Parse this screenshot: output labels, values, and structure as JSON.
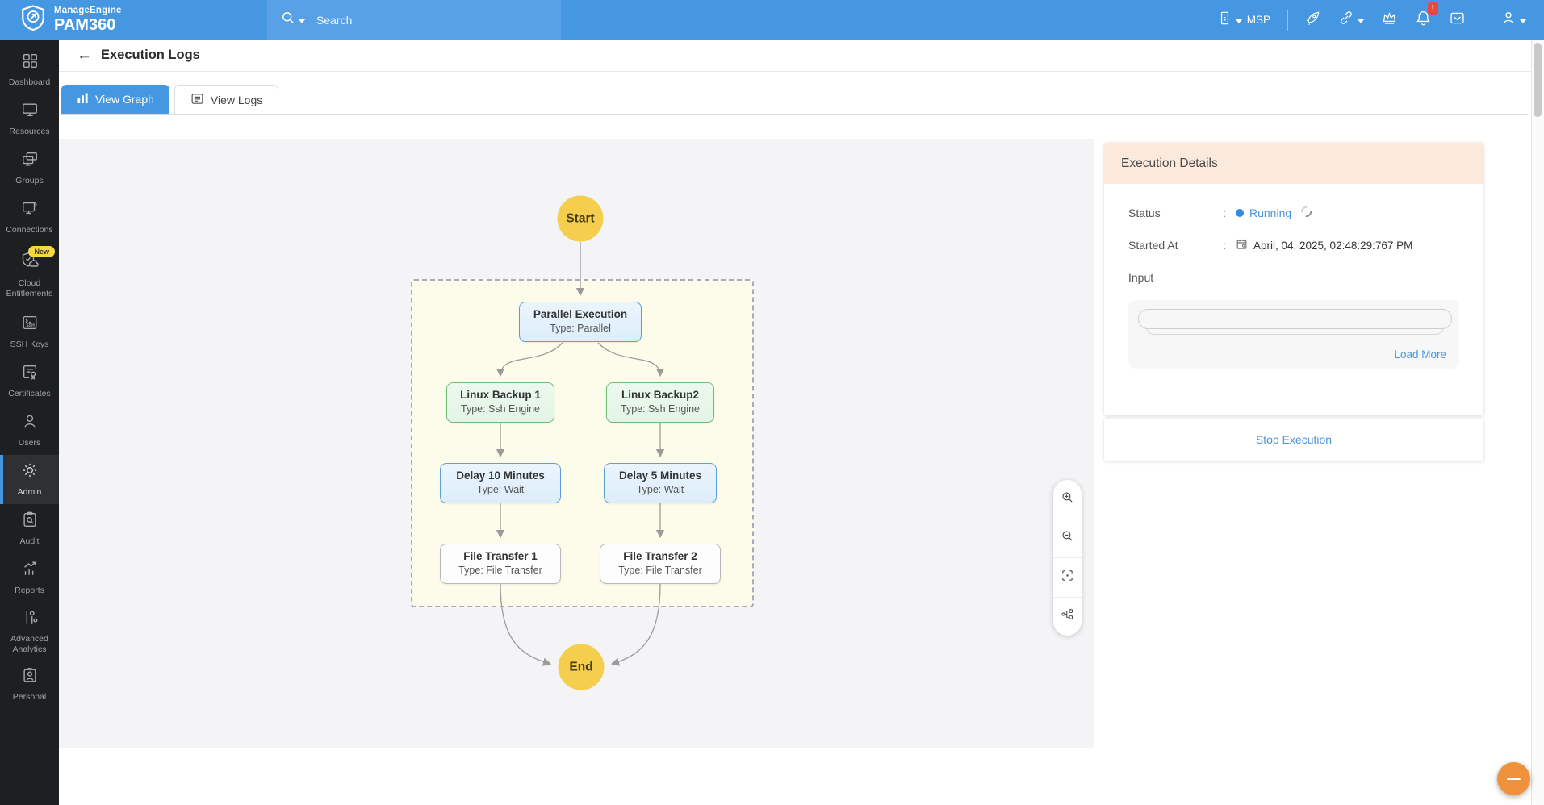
{
  "topbar": {
    "brand_top": "ManageEngine",
    "brand_bottom": "PAM360",
    "search_placeholder": "Search",
    "msp_label": "MSP",
    "notification_badge": "!"
  },
  "sidebar": {
    "items": [
      {
        "label": "Dashboard"
      },
      {
        "label": "Resources"
      },
      {
        "label": "Groups"
      },
      {
        "label": "Connections"
      },
      {
        "label": "Cloud Entitlements",
        "badge": "New"
      },
      {
        "label": "SSH Keys"
      },
      {
        "label": "Certificates"
      },
      {
        "label": "Users"
      },
      {
        "label": "Admin",
        "active": true
      },
      {
        "label": "Audit"
      },
      {
        "label": "Reports"
      },
      {
        "label": "Advanced Analytics"
      },
      {
        "label": "Personal"
      }
    ]
  },
  "page": {
    "back_arrow": "←",
    "title": "Execution Logs"
  },
  "tabs": [
    {
      "label": "View Graph",
      "active": true
    },
    {
      "label": "View Logs",
      "active": false
    }
  ],
  "graph": {
    "start": "Start",
    "end": "End",
    "nodes": [
      {
        "title": "Parallel Execution",
        "subtitle": "Type: Parallel"
      },
      {
        "title": "Linux Backup 1",
        "subtitle": "Type: Ssh Engine"
      },
      {
        "title": "Linux Backup2",
        "subtitle": "Type: Ssh Engine"
      },
      {
        "title": "Delay 10 Minutes",
        "subtitle": "Type: Wait"
      },
      {
        "title": "Delay 5 Minutes",
        "subtitle": "Type: Wait"
      },
      {
        "title": "File Transfer 1",
        "subtitle": "Type: File Transfer"
      },
      {
        "title": "File Transfer 2",
        "subtitle": "Type: File Transfer"
      }
    ]
  },
  "panel": {
    "title": "Execution Details",
    "colon": ":",
    "status_label": "Status",
    "status_value": "Running",
    "started_label": "Started At",
    "started_value": "April, 04, 2025, 02:48:29:767 PM",
    "input_label": "Input",
    "load_more": "Load More",
    "stop_button": "Stop Execution"
  },
  "colors": {
    "accent_blue": "#4697e2",
    "status_running_blue": "#4a94dd",
    "node_yellow": "#f6ce4d",
    "fab_orange": "#f0923c",
    "panel_header_peach": "#fbe9dc"
  }
}
